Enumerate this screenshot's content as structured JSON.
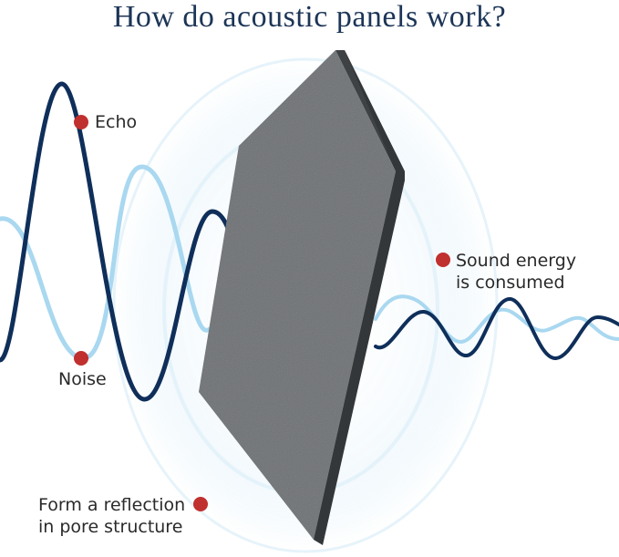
{
  "title": "How do acoustic panels work?",
  "labels": {
    "echo": "Echo",
    "noise": "Noise",
    "sound_energy_line1": "Sound energy",
    "sound_energy_line2": "is consumed",
    "reflection_line1": "Form a reflection",
    "reflection_line2": "in pore structure"
  },
  "colors": {
    "dark_wave": "#0f2f5a",
    "light_wave": "#a9d8f0",
    "panel_face": "#6f7275",
    "panel_edge": "#3f4245",
    "marker": "#c0302e",
    "title": "#1c3557"
  }
}
